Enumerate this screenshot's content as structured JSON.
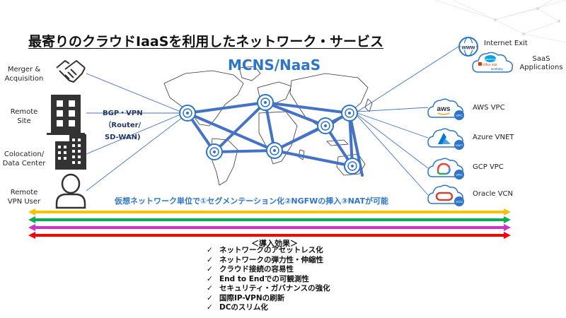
{
  "title": "最寄りのクラウドIaaSを利用したネットワーク・サービス",
  "brand": "MCNS/NaaS",
  "left_sites": [
    {
      "label_lines": [
        "Merger &",
        "Acquisition"
      ],
      "icon": "handshake-icon"
    },
    {
      "label_lines": [
        "Remote",
        "Site"
      ],
      "icon": "building-icon"
    },
    {
      "label_lines": [
        "Colocation/",
        "Data Center"
      ],
      "icon": "datacenter-icon"
    },
    {
      "label_lines": [
        "Remote",
        "VPN User"
      ],
      "icon": "user-icon"
    }
  ],
  "connection_label": [
    "BGP・VPN",
    "（Router/",
    "SD-WAN)"
  ],
  "services": [
    {
      "label": "Internet Exit",
      "icon": "www-globe-icon"
    },
    {
      "label": "SaaS\nApplications",
      "icon": "saas-cloud-icon",
      "logos": [
        "salesforce",
        "Office 365",
        "workday"
      ]
    },
    {
      "label": "AWS VPC",
      "icon": "aws-cloud-icon",
      "brand_text": "aws",
      "badge": "VPC"
    },
    {
      "label": "Azure VNET",
      "icon": "azure-cloud-icon",
      "badge": "VNET"
    },
    {
      "label": "GCP VPC",
      "icon": "gcp-cloud-icon",
      "badge": "VPC"
    },
    {
      "label": "Oracle VCN",
      "icon": "oracle-cloud-icon",
      "badge": "VCN"
    }
  ],
  "banner": "仮想ネットワーク単位で①セグメンテーション化②NGFWの挿入③NATが可能",
  "arrow_colors": [
    "#ffc000",
    "#00b050",
    "#cc33cc",
    "#ff0000"
  ],
  "benefits_title": "＜導入効果＞",
  "benefits": [
    "ネットワークのアセットレス化",
    "ネットワークの弾力性・伸縮性",
    "クラウド接続の容易性",
    "End to Endでの可観測性",
    "セキュリティ・ガバナンスの強化",
    "国際IP-VPNの刷新",
    "DCのスリム化"
  ],
  "check_glyph": "✓",
  "colors": {
    "accent": "#2e75c8",
    "mesh": "#4472c4",
    "node": "#2e75c8"
  }
}
